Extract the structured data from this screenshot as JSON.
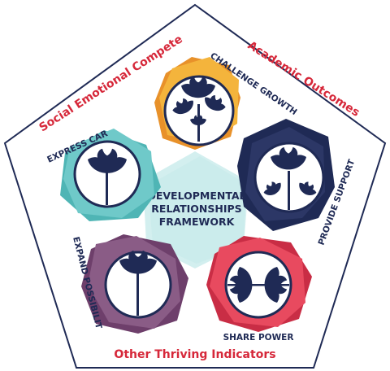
{
  "outer_labels": {
    "social_emotional": "Social Emotional Competencies",
    "academic": "Academic Outcomes",
    "other": "Other Thriving Indicators"
  },
  "center": {
    "line1": "DEVELOPMENTAL",
    "line2": "RELATIONSHIPS",
    "line3": "FRAMEWORK"
  },
  "nodes": {
    "challenge_growth": {
      "label": "CHALLENGE GROWTH",
      "color": "#f4b43c",
      "dark": "#e8912a"
    },
    "provide_support": {
      "label": "PROVIDE SUPPORT",
      "color": "#2c3766",
      "dark": "#1f2a55"
    },
    "share_power": {
      "label": "SHARE POWER",
      "color": "#e84a5f",
      "dark": "#c92d45"
    },
    "expand_possibilities": {
      "label": "EXPAND POSSIBILITIES",
      "color": "#8a5c86",
      "dark": "#6e3f6b"
    },
    "express_care": {
      "label": "EXPRESS CARE",
      "color": "#6fc9c9",
      "dark": "#4fb5b5"
    }
  },
  "colors": {
    "frame": "#1f2a55",
    "center_fill": "#d3efef",
    "icon": "#1f2a55",
    "accent_red": "#d6283a"
  }
}
